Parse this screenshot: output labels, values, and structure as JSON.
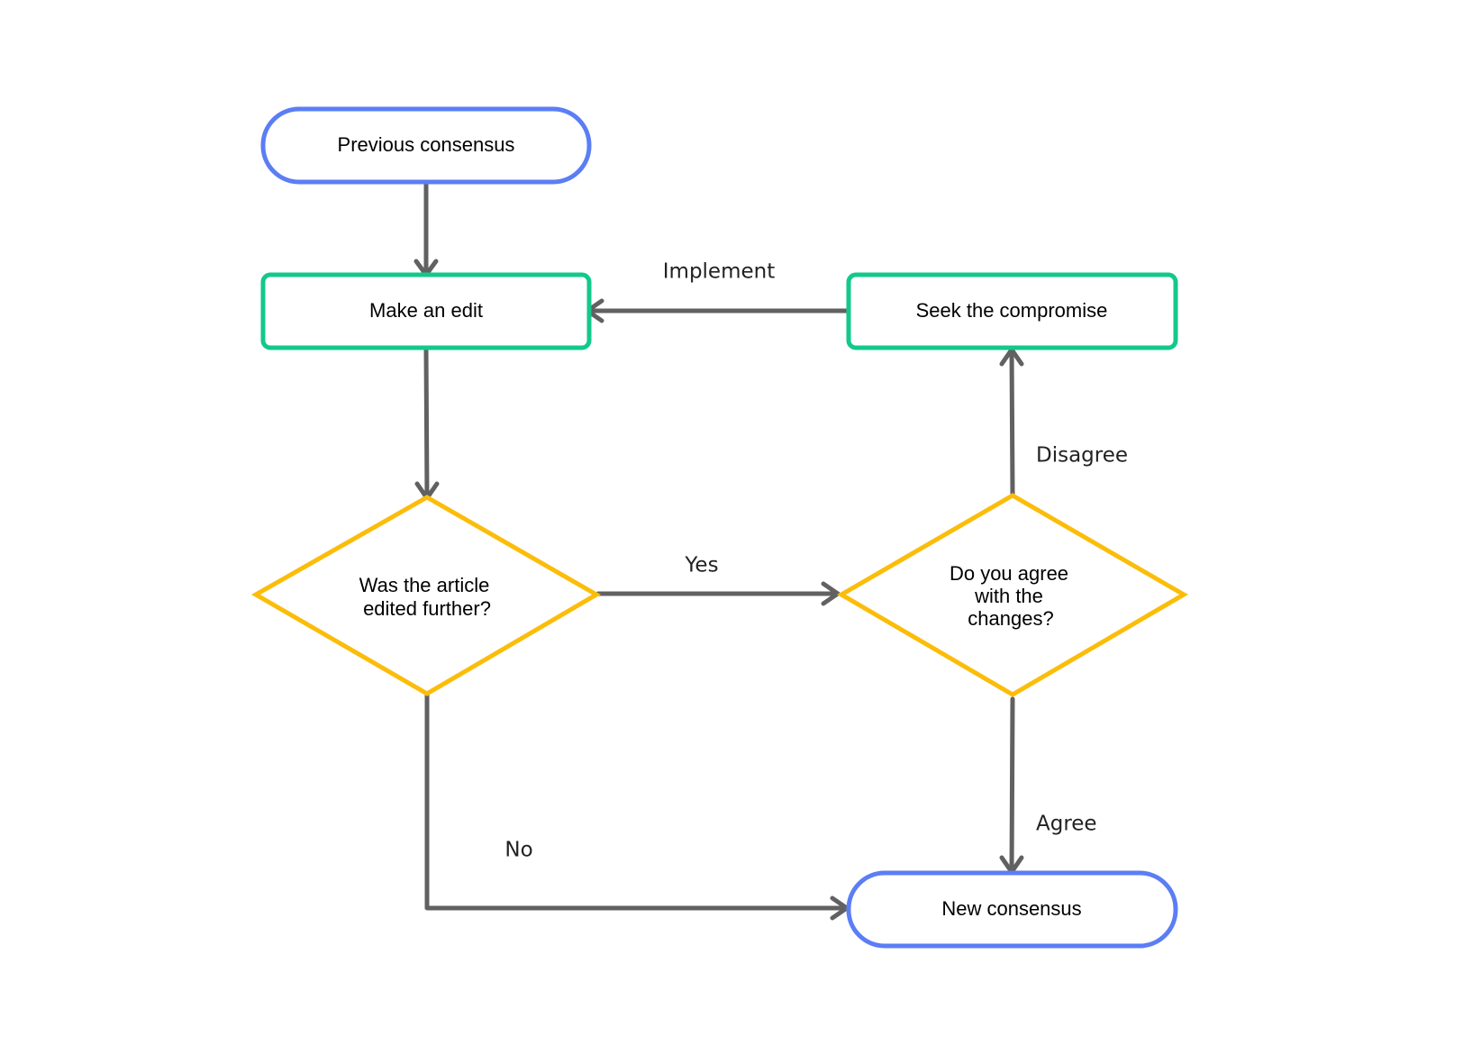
{
  "colors": {
    "terminal": "#5b7ef5",
    "process": "#12c98a",
    "decision": "#fbbd0a",
    "connector": "#616161",
    "text": "#000000"
  },
  "nodes": {
    "previous_consensus": "Previous consensus",
    "make_edit": "Make an edit",
    "seek_compromise": "Seek the compromise",
    "edited_further": [
      "Was the article",
      "edited further?"
    ],
    "agree_changes": [
      "Do you agree",
      "with the",
      "changes?"
    ],
    "new_consensus": "New consensus"
  },
  "edges": {
    "implement": "Implement",
    "yes": "Yes",
    "no": "No",
    "disagree": "Disagree",
    "agree": "Agree"
  }
}
